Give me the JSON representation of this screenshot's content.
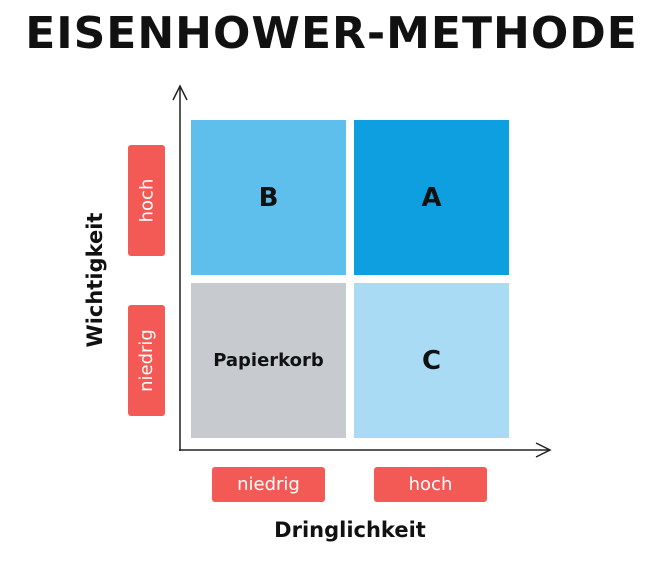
{
  "title": "EISENHOWER-METHODE",
  "y_axis": {
    "label": "Wichtigkeit",
    "levels": [
      "hoch",
      "niedrig"
    ]
  },
  "x_axis": {
    "label": "Dringlichkeit",
    "levels": [
      "niedrig",
      "hoch"
    ]
  },
  "quadrants": {
    "top_left": "B",
    "top_right": "A",
    "bottom_left": "Papierkorb",
    "bottom_right": "C"
  },
  "colors": {
    "A": "#0d9fe0",
    "B": "#5ebfec",
    "C": "#a9dcf4",
    "Papierkorb": "#c7cbcf",
    "tag": "#f35a55"
  }
}
